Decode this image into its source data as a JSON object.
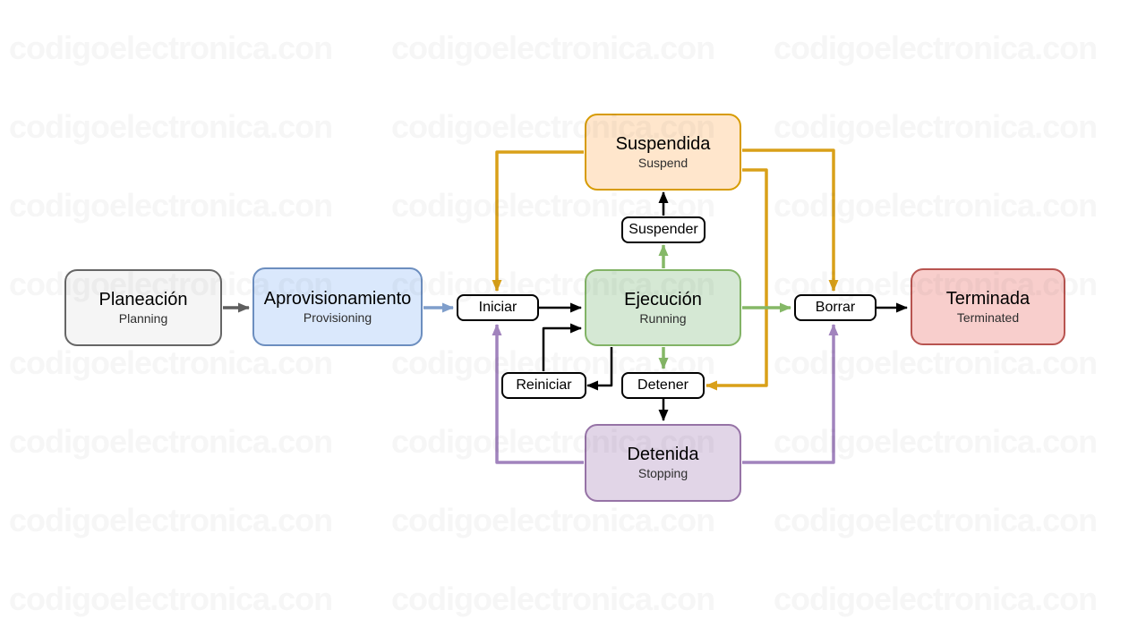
{
  "watermark": {
    "text": "codigoelectronica.con"
  },
  "diagram": {
    "states": [
      {
        "id": "planeacion",
        "title": "Planeación",
        "subtitle": "Planning",
        "fill": "#f5f5f5",
        "stroke": "#666666"
      },
      {
        "id": "aprovisionamiento",
        "title": "Aprovisionamiento",
        "subtitle": "Provisioning",
        "fill": "#dae8fc",
        "stroke": "#6c8ebf"
      },
      {
        "id": "ejecucion",
        "title": "Ejecución",
        "subtitle": "Running",
        "fill": "#d5e8d4",
        "stroke": "#82b366"
      },
      {
        "id": "suspendida",
        "title": "Suspendida",
        "subtitle": "Suspend",
        "fill": "#ffe6cc",
        "stroke": "#d79b00"
      },
      {
        "id": "detenida",
        "title": "Detenida",
        "subtitle": "Stopping",
        "fill": "#e1d5e7",
        "stroke": "#9673a6"
      },
      {
        "id": "terminada",
        "title": "Terminada",
        "subtitle": "Terminated",
        "fill": "#f8cecc",
        "stroke": "#b85450"
      }
    ],
    "actions": [
      {
        "id": "iniciar",
        "label": "Iniciar"
      },
      {
        "id": "suspender",
        "label": "Suspender"
      },
      {
        "id": "reiniciar",
        "label": "Reiniciar"
      },
      {
        "id": "detener",
        "label": "Detener"
      },
      {
        "id": "borrar",
        "label": "Borrar"
      }
    ],
    "edge_colors": {
      "black": "#000000",
      "gray": "#5f5f5f",
      "blue": "#7f9ecb",
      "green": "#85b867",
      "orange": "#d9a019",
      "purple": "#a183bd"
    }
  }
}
